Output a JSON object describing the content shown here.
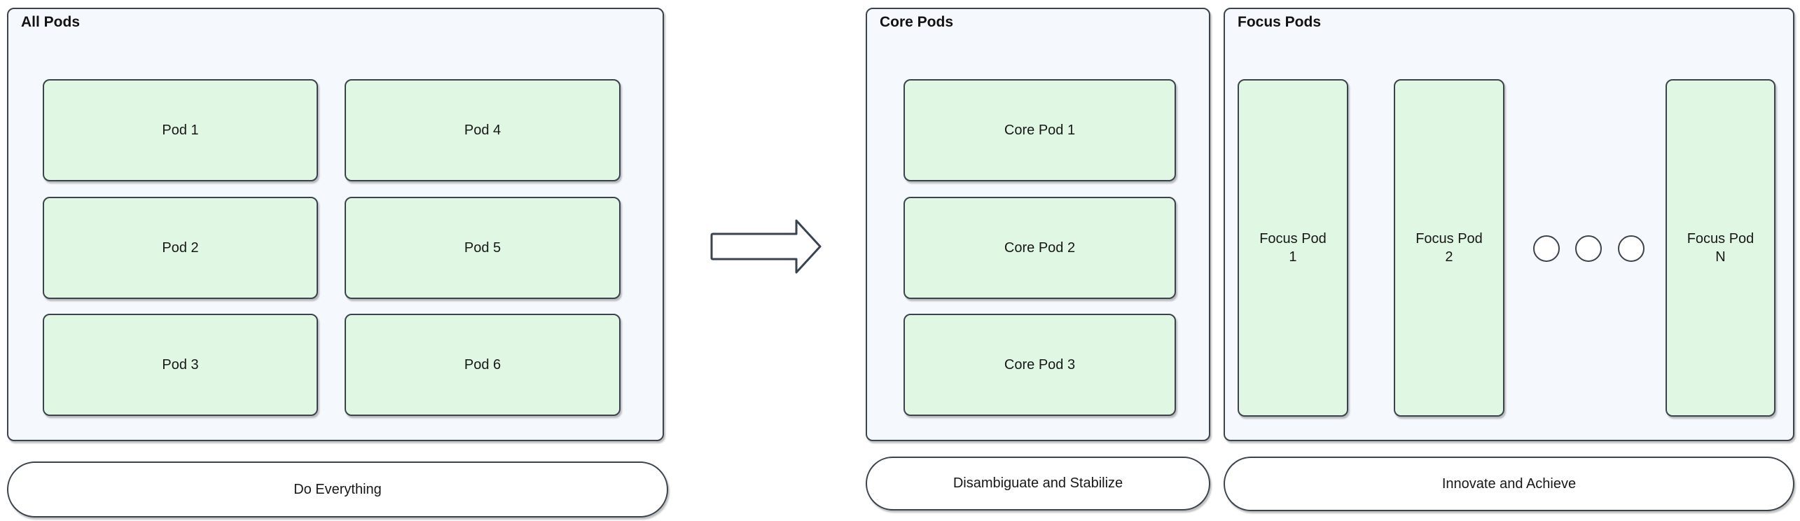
{
  "diagram": {
    "colors": {
      "container_fill": "#f5f8fd",
      "pod_fill": "#e0f8e3",
      "pill_fill": "#ffffff",
      "border": "#3b434c",
      "text": "#171717",
      "canvas_background": "#ffffff"
    },
    "groups": {
      "all_pods": {
        "title": "All Pods",
        "pods": [
          "Pod 1",
          "Pod 2",
          "Pod 3",
          "Pod 4",
          "Pod 5",
          "Pod 6"
        ],
        "caption": "Do Everything"
      },
      "core_pods": {
        "title": "Core Pods",
        "pods": [
          "Core Pod 1",
          "Core Pod 2",
          "Core Pod 3"
        ],
        "caption": "Disambiguate and Stabilize"
      },
      "focus_pods": {
        "title": "Focus Pods",
        "pods": [
          {
            "line1": "Focus Pod",
            "line2": "1"
          },
          {
            "line1": "Focus Pod",
            "line2": "2"
          },
          {
            "line1": "Focus Pod",
            "line2": "N"
          }
        ],
        "ellipsis_circle_count": 3,
        "caption": "Innovate and Achieve"
      }
    },
    "icons": {
      "flow_arrow": "right-block-arrow",
      "ellipsis": "three-circles"
    }
  }
}
